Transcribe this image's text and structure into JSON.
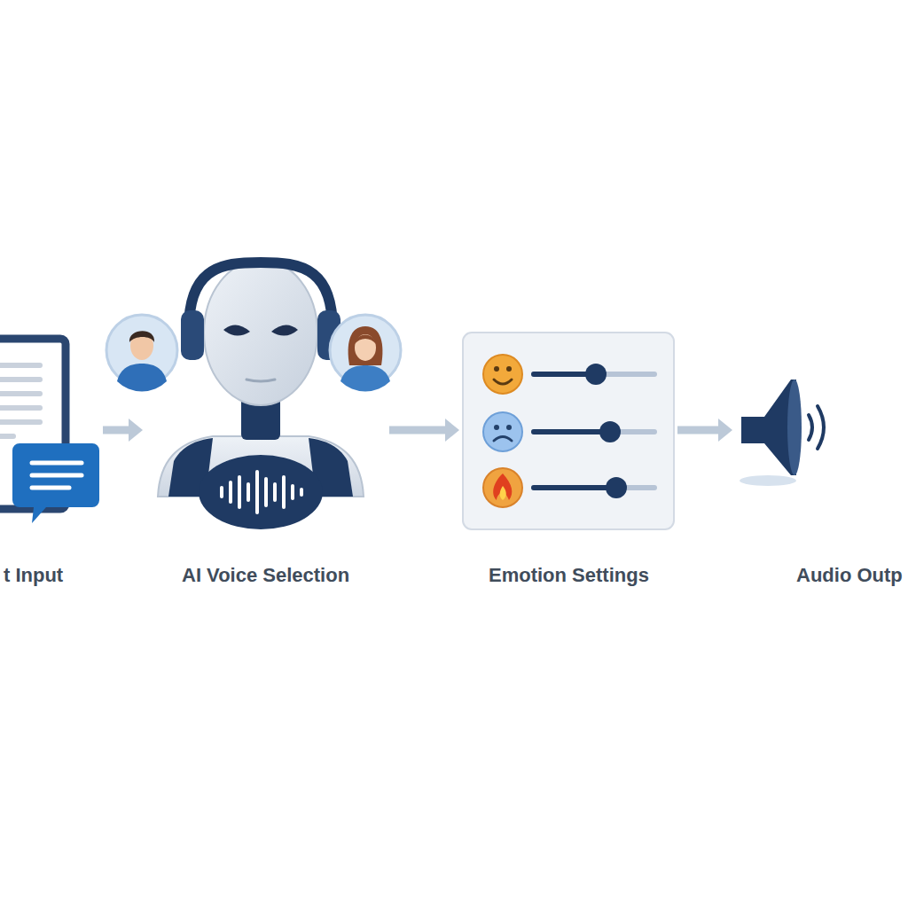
{
  "diagram": {
    "nodes": [
      {
        "text": [
          "t Input"
        ]
      },
      {
        "text": [
          "AI Voice Selection"
        ]
      },
      {
        "text": [
          "Emotion Settings"
        ]
      },
      {
        "text": [
          "Audio Outp"
        ]
      }
    ],
    "edges": [
      {
        "from": 0,
        "to": 1,
        "arrow": "to"
      },
      {
        "from": 1,
        "to": 2,
        "arrow": "to"
      },
      {
        "from": 2,
        "to": 3,
        "arrow": "to"
      }
    ]
  }
}
